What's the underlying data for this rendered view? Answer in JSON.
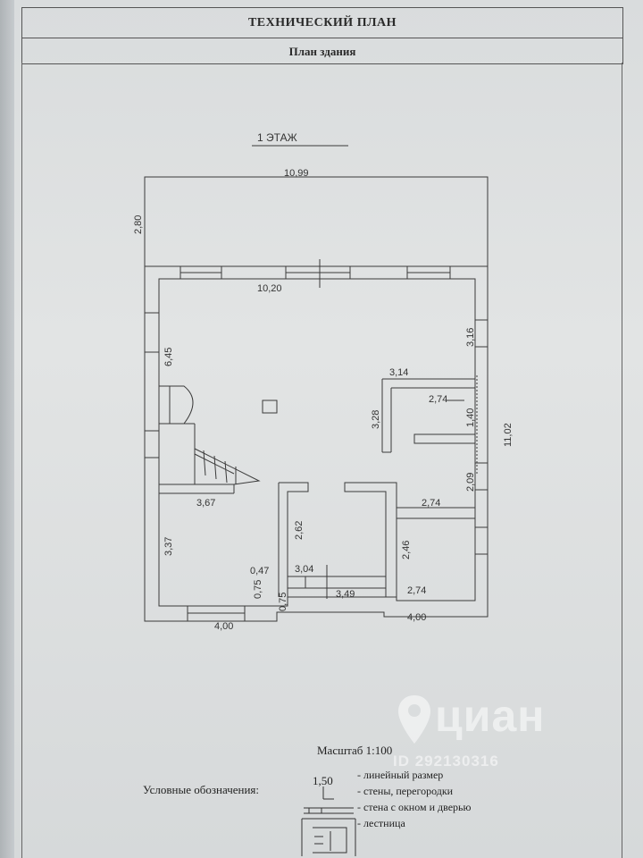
{
  "header": {
    "title": "ТЕХНИЧЕСКИЙ ПЛАН",
    "subtitle": "План здания"
  },
  "plan": {
    "floor_label": "1 ЭТАЖ",
    "dimensions": {
      "top_width": "10,99",
      "left_terrace": "2,80",
      "inner_top": "10,20",
      "right_top": "3,16",
      "left_upper": "6,45",
      "room_top": "3,14",
      "room_inner": "2,74",
      "room_height": "3,28",
      "room_small": "1,40",
      "right_total": "11,02",
      "right_mid": "2,09",
      "stair_width": "3,67",
      "corridor": "2,62",
      "right_room_width": "2,74",
      "left_lower": "3,37",
      "right_room_height": "2,46",
      "small_left": "0,47",
      "bottom_mid": "3,04",
      "small_left_vert": "0,75",
      "bottom_right_width": "2,74",
      "bottom_small_vert": "0,75",
      "bottom_inner": "3,49",
      "bottom_left": "4,00",
      "bottom_right": "4,00"
    }
  },
  "scale": "Масштаб 1:100",
  "legend": {
    "title": "Условные обозначения:",
    "sample_value": "1,50",
    "items": [
      "- линейный размер",
      "- стены, перегородки",
      "- стена с окном и дверью",
      "- лестница"
    ]
  },
  "watermark": {
    "brand": "циан",
    "id": "ID 292130316"
  }
}
